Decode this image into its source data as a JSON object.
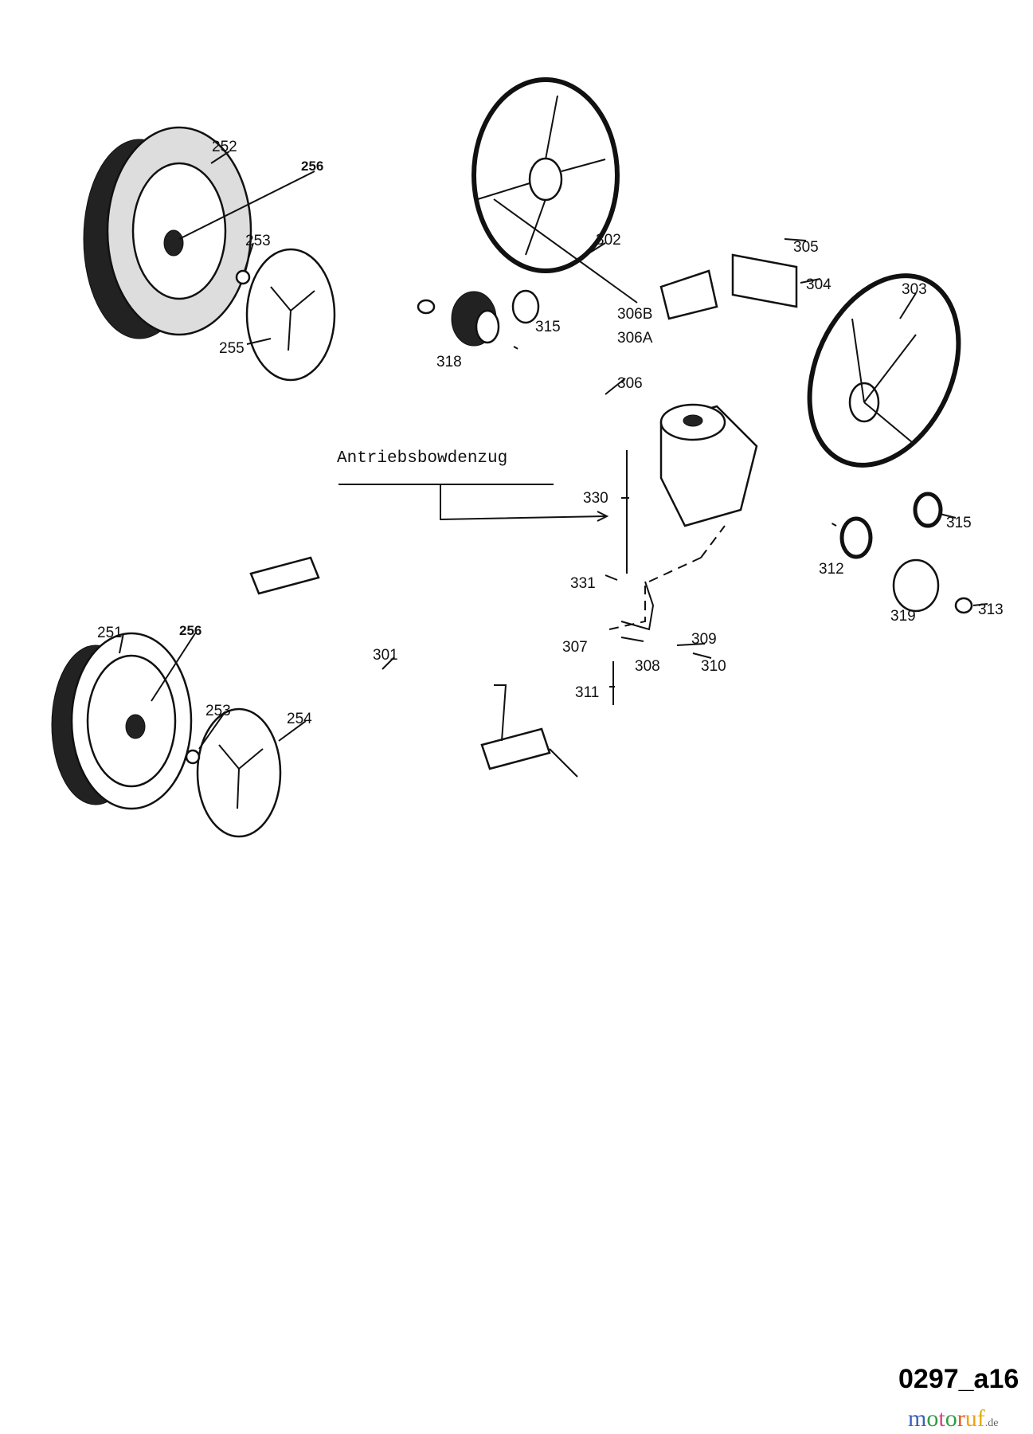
{
  "diagram": {
    "callout": "Antriebsbowdenzug",
    "labels": {
      "l252": "252",
      "l256a": "256",
      "l253a": "253",
      "l255": "255",
      "l302": "302",
      "l305": "305",
      "l304": "304",
      "l303": "303",
      "l315a": "315",
      "l318": "318",
      "l306b": "306B",
      "l306a": "306A",
      "l306": "306",
      "l330": "330",
      "l315b": "315",
      "l312": "312",
      "l319": "319",
      "l313": "313",
      "l331": "331",
      "l307": "307",
      "l309": "309",
      "l308": "308",
      "l310": "310",
      "l311": "311",
      "l301": "301",
      "l251": "251",
      "l256b": "256",
      "l253b": "253",
      "l254": "254"
    },
    "drawing_code": "0297_a16",
    "watermark": {
      "text": "motoruf",
      "suffix": ".de",
      "colors": [
        "#3b5fc0",
        "#2e9e3e",
        "#e0408a",
        "#2e9e3e",
        "#e05a20",
        "#f0a010",
        "#e0b010"
      ]
    }
  }
}
